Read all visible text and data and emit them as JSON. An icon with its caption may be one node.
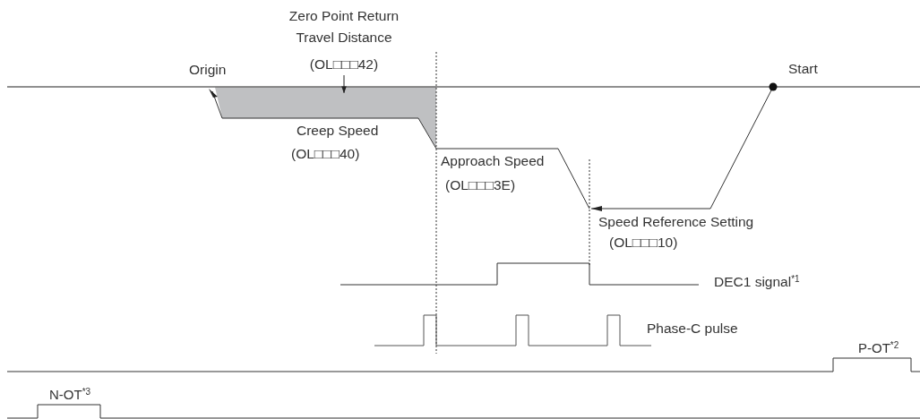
{
  "diagram": {
    "nodes": [
      {
        "text": [
          "Zero Point Return Travel Distance",
          "(OL□□□42)"
        ]
      },
      {
        "text": [],
        "shape": "area"
      }
    ],
    "edges": [
      {
        "from": 0,
        "to": 1,
        "arrow": "to"
      }
    ],
    "labels": [
      "Origin",
      "Start",
      "Creep Speed",
      "(OL□□□40)",
      "Approach Speed",
      "(OL□□□3E)",
      "Speed Reference Setting",
      "(OL□□□10)",
      "DEC1 signal$^{*1}$",
      "Phase-C pulse",
      "P-OT$^{*2}$",
      "N-OT$^{*3}$"
    ]
  }
}
